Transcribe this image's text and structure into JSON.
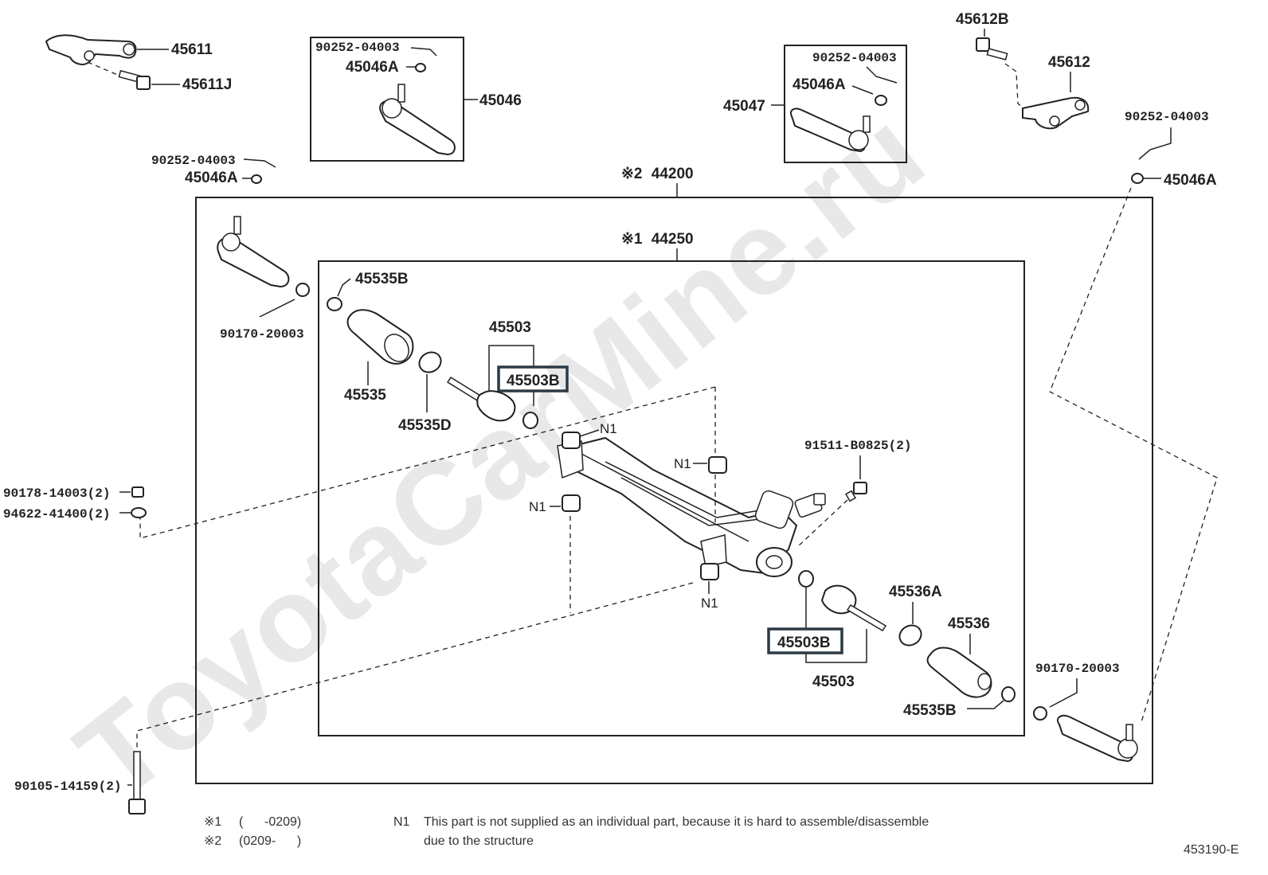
{
  "watermark": "ToyotaCarMine.ru",
  "assemblies": {
    "outer": {
      "mark": "※2",
      "number": "44200"
    },
    "inner": {
      "mark": "※1",
      "number": "44250"
    }
  },
  "labels": {
    "p45611": "45611",
    "p45611J": "45611J",
    "box1_90252": "90252-04003",
    "box1_45046A": "45046A",
    "p45046": "45046",
    "left_90252": "90252-04003",
    "left_45046A": "45046A",
    "box2_90252": "90252-04003",
    "box2_45046A": "45046A",
    "p45047": "45047",
    "p45612B": "45612B",
    "p45612": "45612",
    "right_90252": "90252-04003",
    "right_45046A": "45046A",
    "p45535B_top": "45535B",
    "p90170_left": "90170-20003",
    "p45535": "45535",
    "p45535D": "45535D",
    "p45503_top": "45503",
    "p45503B_top": "45503B",
    "n1_a": "N1",
    "n1_b": "N1",
    "n1_c": "N1",
    "n1_d": "N1",
    "p91511": "91511-B0825(2)",
    "p90178": "90178-14003(2)",
    "p94622": "94622-41400(2)",
    "p45503B_bottom": "45503B",
    "p45503_bottom": "45503",
    "p45536A": "45536A",
    "p45536": "45536",
    "p45535B_bottom": "45535B",
    "p90170_right": "90170-20003",
    "p90105": "90105-14159(2)"
  },
  "footnotes": {
    "line1_mark": "※1",
    "line1_range": "(      -0209)",
    "line2_mark": "※2",
    "line2_range": "(0209-      )",
    "n1_mark": "N1",
    "n1_text_line1": "This part is not supplied as an individual part,   because it is hard to assemble/disassemble",
    "n1_text_line2": "due to the structure"
  },
  "figure_code": "453190-E",
  "highlighted_parts": [
    "45503B",
    "45503B"
  ]
}
